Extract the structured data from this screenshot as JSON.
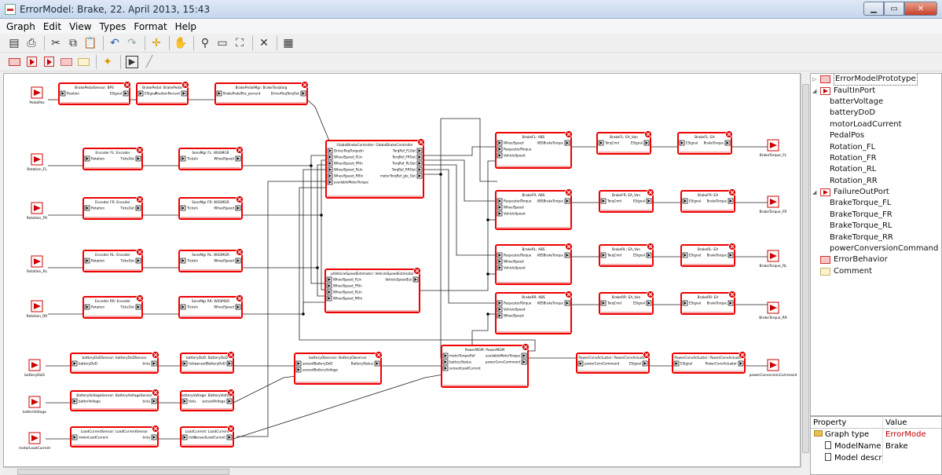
{
  "window": {
    "title": "ErrorModel: Brake, 22. April 2013, 15:43"
  },
  "menu": [
    "Graph",
    "Edit",
    "View",
    "Types",
    "Format",
    "Help"
  ],
  "diagram": {
    "inports": [
      {
        "id": "ip_pedal",
        "label": "PedalPos"
      },
      {
        "id": "ip_rfl",
        "label": "Rotation_FL"
      },
      {
        "id": "ip_rfr",
        "label": "Rotation_FR"
      },
      {
        "id": "ip_rrl",
        "label": "Rotation_RL"
      },
      {
        "id": "ip_rrr",
        "label": "Rotation_RR"
      },
      {
        "id": "ip_bdod",
        "label": "batteryDoD"
      },
      {
        "id": "ip_bv",
        "label": "batterVoltage"
      },
      {
        "id": "ip_mlc",
        "label": "motorLoadCurrent"
      }
    ],
    "outports": [
      {
        "id": "op_fl",
        "label": "BrakeTorque_FL"
      },
      {
        "id": "op_fr",
        "label": "BrakeTorque_FR"
      },
      {
        "id": "op_rl",
        "label": "BrakeTorque_RL"
      },
      {
        "id": "op_rr",
        "label": "BrakeTorque_RR"
      },
      {
        "id": "op_pcc",
        "label": "powerConversionCommand"
      }
    ],
    "blocks": [
      {
        "id": "b_bps",
        "title": "BrakePedalSensor: BPS",
        "ins": [
          "Position"
        ],
        "outs": [
          "ESignal"
        ]
      },
      {
        "id": "b_bp",
        "title": "BrakePedal: BrakePedal",
        "ins": [
          "ESignal"
        ],
        "outs": [
          "PositionPercent"
        ]
      },
      {
        "id": "b_bpm",
        "title": "BrakePedalMgr: BrakeTorqVarg",
        "ins": [
          "BrakePedalPos_percent"
        ],
        "outs": [
          "DriverReqTorqOut"
        ]
      },
      {
        "id": "b_encfl",
        "title": "Encoder FL: Encoder",
        "ins": [
          "Rotation"
        ],
        "outs": [
          "TicksOut"
        ]
      },
      {
        "id": "b_smfl",
        "title": "SensMgr FL: WSSMGR",
        "ins": [
          "TicksIn"
        ],
        "outs": [
          "WheelSpeed"
        ]
      },
      {
        "id": "b_encfr",
        "title": "Encoder FR: Encoder",
        "ins": [
          "Rotation"
        ],
        "outs": [
          "TicksOut"
        ]
      },
      {
        "id": "b_smfr",
        "title": "SensMgr FR: WSSMGR",
        "ins": [
          "TicksIn"
        ],
        "outs": [
          "WheelSpeed"
        ]
      },
      {
        "id": "b_encrl",
        "title": "Encoder RL: Encoder",
        "ins": [
          "Rotation"
        ],
        "outs": [
          "TicksOut"
        ]
      },
      {
        "id": "b_smrl",
        "title": "SensMgr RL: WSSMGR",
        "ins": [
          "TicksIn"
        ],
        "outs": [
          "WheelSpeed"
        ]
      },
      {
        "id": "b_encrr",
        "title": "Encoder RR: Encoder",
        "ins": [
          "Rotation"
        ],
        "outs": [
          "TicksOut"
        ]
      },
      {
        "id": "b_smrr",
        "title": "SensMgr RR: WSSMGR",
        "ins": [
          "TicksIn"
        ],
        "outs": [
          "WheelSpeed"
        ]
      },
      {
        "id": "b_gbc",
        "title": "GlobalBrakeController: GlobalBrakeController",
        "ins": [
          "DriverReqTorqueIn",
          "WheelSpeed_FLIn",
          "WheelSpeed_FRIn",
          "WheelSpeed_RLIn",
          "WheelSpeed_RRIn",
          "availableMotorTorque"
        ],
        "outs": [
          "TorqRef_FLOut",
          "TorqRef_FROut",
          "TorqRef_RLOut",
          "TorqRef_RROut",
          "motorTorqRef_glo_Out"
        ]
      },
      {
        "id": "b_vse",
        "title": "plVehicleSpeedEstimator: VehicleSpeedEstimator",
        "ins": [
          "WheelSpeed_FLIn",
          "WheelSpeed_FRIn",
          "WheelSpeed_RLIn",
          "WheelSpeed_RRIn"
        ],
        "outs": [
          "VehicleSpeedEst"
        ]
      },
      {
        "id": "b_absfl",
        "title": "BrakeFL: ABS",
        "ins": [
          "WheelSpeed",
          "RequestedTorque",
          "VehicleSpeed"
        ],
        "outs": [
          "ABSBrakeTorque"
        ]
      },
      {
        "id": "b_absfr",
        "title": "BrakeFR: ABS",
        "ins": [
          "RequestedTorque",
          "WheelSpeed",
          "VehicleSpeed"
        ],
        "outs": [
          "ABSBrakeTorque"
        ]
      },
      {
        "id": "b_absrl",
        "title": "BrakeRL: ABS",
        "ins": [
          "RequestedTorque",
          "WheelSpeed",
          "VehicleSpeed"
        ],
        "outs": [
          "ABSBrakeTorque"
        ]
      },
      {
        "id": "b_absrr",
        "title": "BrakeRR: ABS",
        "ins": [
          "RequestedTorque",
          "VehicleSpeed",
          "WheelSpeed"
        ],
        "outs": [
          "ABSBrakeTorque"
        ]
      },
      {
        "id": "b_vmfl",
        "title": "BrakeFL: EA_Van",
        "ins": [
          "TorqCmd"
        ],
        "outs": [
          "ESignal"
        ]
      },
      {
        "id": "b_vmfr",
        "title": "BrakeFR: EA_Van",
        "ins": [
          "TorqCmd"
        ],
        "outs": [
          "ESignal"
        ]
      },
      {
        "id": "b_vmrl",
        "title": "BrakeRL: EA_Van",
        "ins": [
          "TorqCmd"
        ],
        "outs": [
          "ESignal"
        ]
      },
      {
        "id": "b_vmrr",
        "title": "BrakeRR: EA_Van",
        "ins": [
          "TorqCmd"
        ],
        "outs": [
          "ESignal"
        ]
      },
      {
        "id": "b_eafl",
        "title": "BrakeFL: EA",
        "ins": [
          "ESignal"
        ],
        "outs": [
          "BrakeTorque"
        ]
      },
      {
        "id": "b_eafr",
        "title": "BrakeFR: EA",
        "ins": [
          "ESignal"
        ],
        "outs": [
          "BrakeTorque"
        ]
      },
      {
        "id": "b_earl",
        "title": "BrakeRL: EA",
        "ins": [
          "ESignal"
        ],
        "outs": [
          "BrakeTorque"
        ]
      },
      {
        "id": "b_earr",
        "title": "BrakeRR: EA",
        "ins": [
          "ESignal"
        ],
        "outs": [
          "BrakeTorque"
        ]
      },
      {
        "id": "b_bdsens",
        "title": "batteryDoDSensor: batteryDoDSensor",
        "ins": [
          "batteryDoD"
        ],
        "outs": [
          "ticks"
        ]
      },
      {
        "id": "b_bd",
        "title": "batteryDoD: BatteryDoD",
        "ins": [
          "ticks"
        ],
        "outs": [
          "sensedBatteryDoD"
        ]
      },
      {
        "id": "b_bvsens",
        "title": "BatteryVoltageSensor: BatteryVoltageSensor",
        "ins": [
          "batterVoltage"
        ],
        "outs": [
          "ticks"
        ]
      },
      {
        "id": "b_bv",
        "title": "batteryVoltage: BatteryVoltage",
        "ins": [
          "ticks"
        ],
        "outs": [
          "sensedVoltage"
        ]
      },
      {
        "id": "b_lcsens",
        "title": "LoadCurrentSensor: LoadCurrentSensor",
        "ins": [
          "motorLoadCurrent"
        ],
        "outs": [
          "ticks"
        ]
      },
      {
        "id": "b_lc",
        "title": "LoadCurrent: LoadCurrent",
        "ins": [
          "ticks"
        ],
        "outs": [
          "SensedLoadCurrent"
        ]
      },
      {
        "id": "b_bo",
        "title": "batteryObserver: BatteryObserver",
        "ins": [
          "sensedBatteryDoD",
          "sensedBatteryVoltage"
        ],
        "outs": [
          "BatteryStatus"
        ]
      },
      {
        "id": "b_pm",
        "title": "PowerMGM: PowerMGM",
        "ins": [
          "motorTorqueRef",
          "batteryStatus",
          "sensedLoadCurrent"
        ],
        "outs": [
          "availableMotorTorque",
          "powerConvCommand"
        ]
      },
      {
        "id": "b_pca",
        "title": "PowerConvActuator: PowerConvActuator",
        "ins": [
          "powerConvCommand"
        ],
        "outs": [
          "ESignal"
        ]
      },
      {
        "id": "b_pca2",
        "title": "PowerConvActuator: PowerConvActuator",
        "ins": [
          "ESignal"
        ],
        "outs": [
          "PowerConvActuator"
        ]
      }
    ]
  },
  "tree": {
    "items": [
      {
        "label": "ErrorModelPrototype",
        "icon": "block",
        "expander": "▷",
        "indent": 0
      },
      {
        "label": "FaultInPort",
        "icon": "port",
        "expander": "◢",
        "indent": 0
      },
      {
        "label": "batterVoltage",
        "icon": "",
        "expander": "",
        "indent": 1
      },
      {
        "label": "batteryDoD",
        "icon": "",
        "expander": "",
        "indent": 1
      },
      {
        "label": "motorLoadCurrent",
        "icon": "",
        "expander": "",
        "indent": 1
      },
      {
        "label": "PedalPos",
        "icon": "",
        "expander": "",
        "indent": 1
      },
      {
        "label": "Rotation_FL",
        "icon": "",
        "expander": "",
        "indent": 1
      },
      {
        "label": "Rotation_FR",
        "icon": "",
        "expander": "",
        "indent": 1
      },
      {
        "label": "Rotation_RL",
        "icon": "",
        "expander": "",
        "indent": 1
      },
      {
        "label": "Rotation_RR",
        "icon": "",
        "expander": "",
        "indent": 1
      },
      {
        "label": "FailureOutPort",
        "icon": "port",
        "expander": "◢",
        "indent": 0
      },
      {
        "label": "BrakeTorque_FL",
        "icon": "",
        "expander": "",
        "indent": 1
      },
      {
        "label": "BrakeTorque_FR",
        "icon": "",
        "expander": "",
        "indent": 1
      },
      {
        "label": "BrakeTorque_RL",
        "icon": "",
        "expander": "",
        "indent": 1
      },
      {
        "label": "BrakeTorque_RR",
        "icon": "",
        "expander": "",
        "indent": 1
      },
      {
        "label": "powerConversionCommand",
        "icon": "",
        "expander": "",
        "indent": 1
      },
      {
        "label": "ErrorBehavior",
        "icon": "beh",
        "expander": "",
        "indent": 0
      },
      {
        "label": "Comment",
        "icon": "cmt",
        "expander": "",
        "indent": 0
      }
    ]
  },
  "properties": {
    "header": {
      "property": "Property",
      "value": "Value"
    },
    "rows": [
      {
        "name": "Graph type",
        "value": "ErrorMode",
        "kind": "folder",
        "value_color": "#c00000"
      },
      {
        "name": "ModelName",
        "value": "Brake",
        "kind": "doc",
        "value_color": "#000000"
      },
      {
        "name": "Model descrip",
        "value": "",
        "kind": "doc",
        "value_color": "#000000"
      }
    ]
  }
}
